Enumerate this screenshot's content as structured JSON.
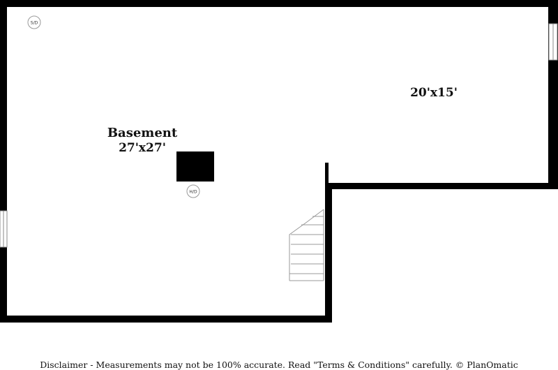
{
  "rooms": {
    "basement_name": "Basement",
    "basement_size": "27'x27'",
    "side_size": "20'x15'"
  },
  "symbols": {
    "smoke_detector": "S/D",
    "hvac": "H/D"
  },
  "footer": {
    "disclaimer": "Disclaimer - Measurements may not be 100% accurate. Read \"Terms & Conditions\" carefully. © PlanOmatic"
  }
}
